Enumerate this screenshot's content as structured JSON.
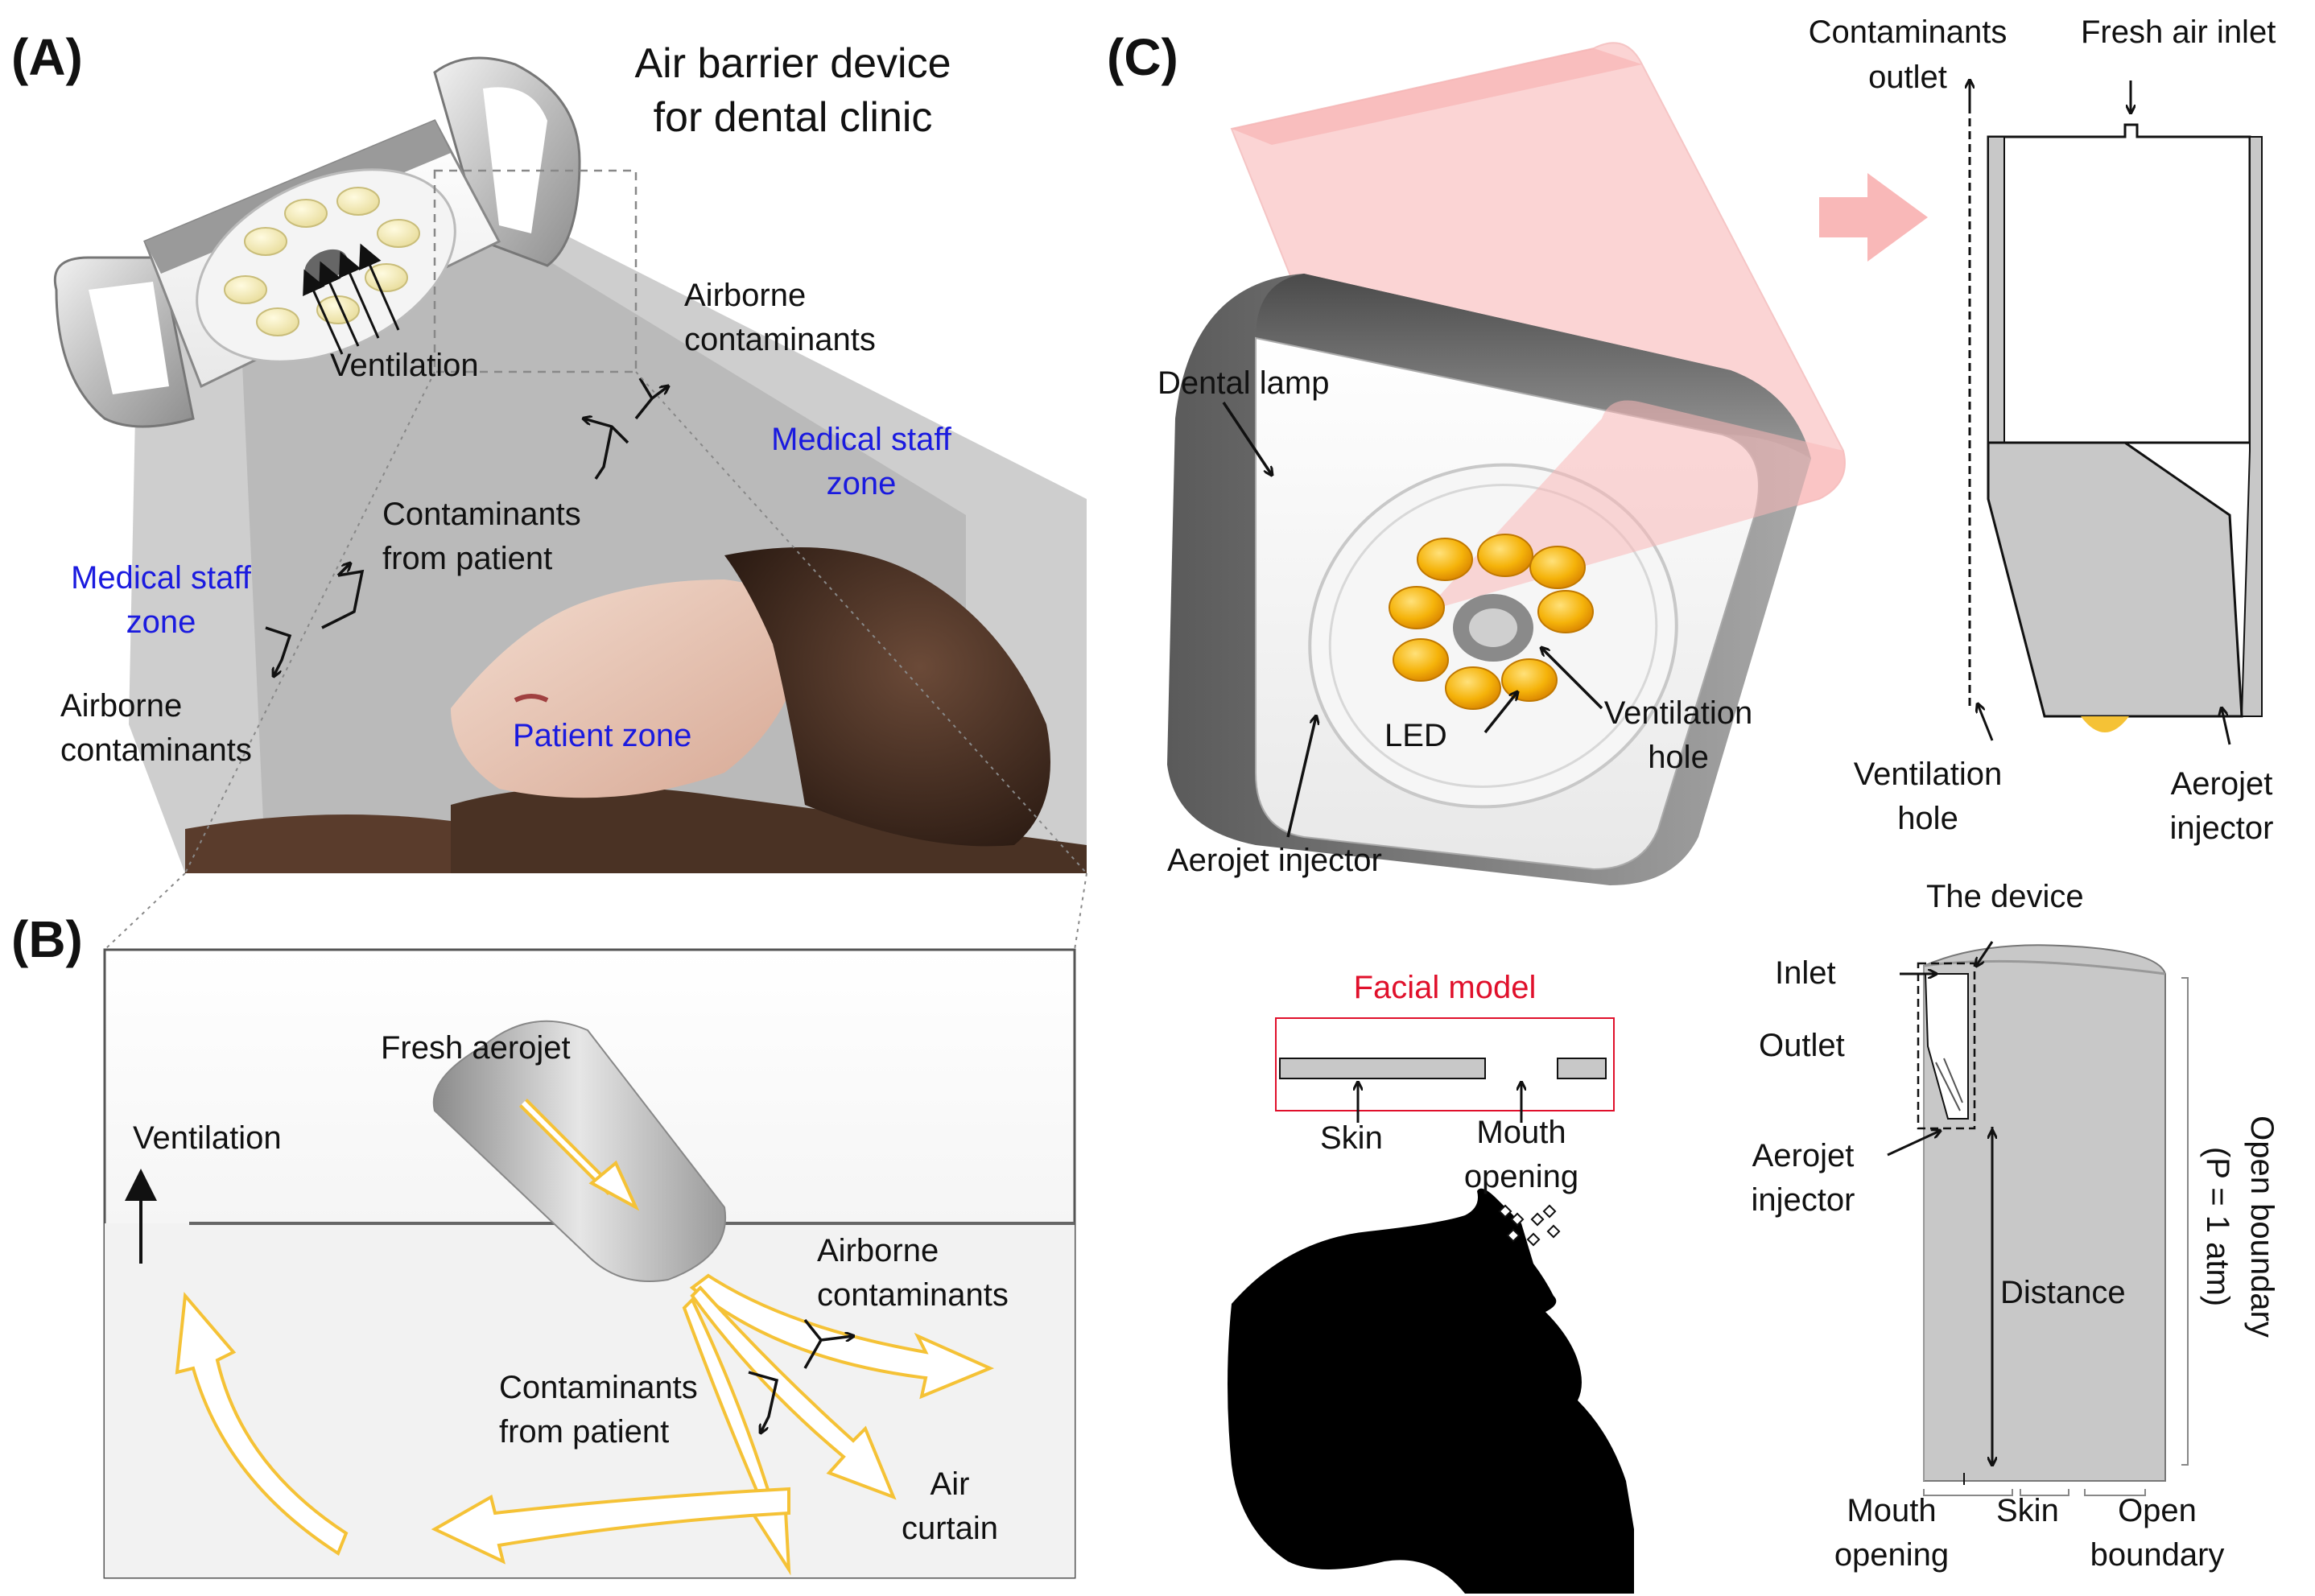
{
  "panels": {
    "A": "(A)",
    "B": "(B)",
    "C": "(C)"
  },
  "panelA": {
    "title_line1": "Air barrier device",
    "title_line2": "for dental clinic",
    "ventilation": "Ventilation",
    "airborne_top_1": "Airborne",
    "airborne_top_2": "contaminants",
    "staff_right_1": "Medical staff",
    "staff_right_2": "zone",
    "contam_patient_1": "Contaminants",
    "contam_patient_2": "from patient",
    "staff_left_1": "Medical staff",
    "staff_left_2": "zone",
    "airborne_left_1": "Airborne",
    "airborne_left_2": "contaminants",
    "patient_zone": "Patient zone"
  },
  "panelB": {
    "fresh_aerojet": "Fresh aerojet",
    "ventilation": "Ventilation",
    "airborne_1": "Airborne",
    "airborne_2": "contaminants",
    "contam_1": "Contaminants",
    "contam_2": "from patient",
    "curtain_1": "Air",
    "curtain_2": "curtain"
  },
  "panelC": {
    "dental_lamp": "Dental lamp",
    "led": "LED",
    "vent_hole_1": "Ventilation",
    "vent_hole_2": "hole",
    "aerojet_injector": "Aerojet injector",
    "contam_outlet_1": "Contaminants",
    "contam_outlet_2": "outlet",
    "fresh_inlet": "Fresh air inlet",
    "sec_vent_1": "Ventilation",
    "sec_vent_2": "hole",
    "sec_aerojet_1": "Aerojet",
    "sec_aerojet_2": "injector",
    "facial_model": "Facial model",
    "skin": "Skin",
    "mouth_1": "Mouth",
    "mouth_2": "opening",
    "the_device": "The device",
    "inlet": "Inlet",
    "outlet": "Outlet",
    "dom_aerojet_1": "Aerojet",
    "dom_aerojet_2": "injector",
    "distance": "Distance",
    "open_boundary_side_1": "Open boundary",
    "open_boundary_side_2": "(P = 1 atm)",
    "bottom_mouth_1": "Mouth",
    "bottom_mouth_2": "opening",
    "bottom_skin": "Skin",
    "bottom_open_1": "Open",
    "bottom_open_2": "boundary"
  },
  "colors": {
    "zone_blue": "#1a1adf",
    "facial_red": "#e0102b",
    "aerojet_yellow": "#f5c236",
    "led_orange": "#f59a0a",
    "light_beam_pink": "#f9b8b8",
    "domain_gray": "#c8c8c8"
  }
}
